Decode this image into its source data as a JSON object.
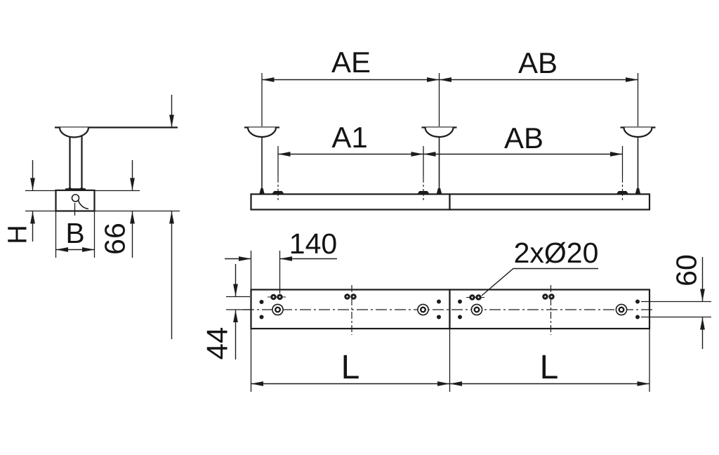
{
  "drawing": {
    "kind": "luminaire suspension dimension drawing",
    "colors": {
      "line": "#1c1c1c",
      "background": "#ffffff"
    }
  },
  "dims": {
    "H": "H",
    "B": "B",
    "h66": "66",
    "AE": "AE",
    "AB_top": "AB",
    "A1": "A1",
    "AB_mid": "AB",
    "d140": "140",
    "holes": "2xØ20",
    "d60": "60",
    "d44": "44",
    "L1": "L",
    "L2": "L"
  }
}
